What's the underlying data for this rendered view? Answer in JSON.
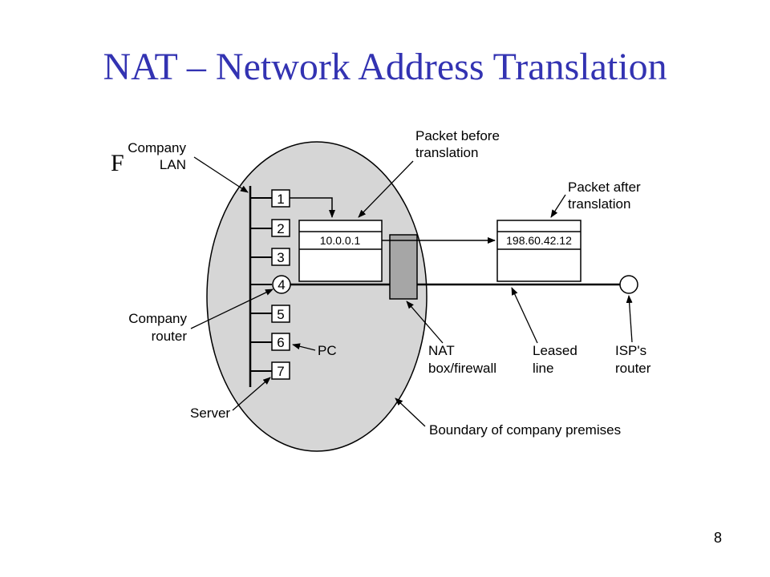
{
  "slide": {
    "title": "NAT – Network Address Translation",
    "slide_number": "8",
    "cut_off_text": "F"
  },
  "diagram": {
    "labels": {
      "company_lan": [
        "Company",
        "LAN"
      ],
      "packet_before": [
        "Packet before",
        "translation"
      ],
      "packet_after": [
        "Packet after",
        "translation"
      ],
      "company_router": [
        "Company",
        "router"
      ],
      "pc": "PC",
      "server": "Server",
      "nat_box": [
        "NAT",
        "box/firewall"
      ],
      "leased_line": [
        "Leased",
        "line"
      ],
      "isp_router": [
        "ISP's",
        "router"
      ],
      "boundary": "Boundary of company premises"
    },
    "hosts": [
      "1",
      "2",
      "3",
      "4",
      "5",
      "6",
      "7"
    ],
    "router_host": "4",
    "packet_before_address": "10.0.0.1",
    "packet_after_address": "198.60.42.12",
    "colors": {
      "premises_fill": "#d6d6d6",
      "nat_box_fill": "#a6a6a6",
      "title_color": "#3333b2"
    }
  }
}
